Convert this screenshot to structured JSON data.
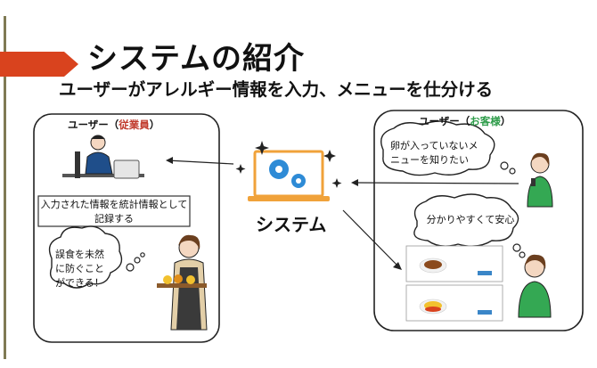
{
  "slide": {
    "title": "システムの紹介",
    "subtitle": "ユーザーがアレルギー情報を入力、メニューを仕分ける"
  },
  "employee_panel": {
    "label_prefix": "ユーザー（",
    "label_highlight": "従業員",
    "label_suffix": "）",
    "stat_text": "入力された情報を統計情報として記録する",
    "cloud_text": "誤食を未然に防ぐことができる！"
  },
  "system": {
    "label": "システム"
  },
  "customer_panel": {
    "label_prefix": "ユーザー（",
    "label_highlight": "お客様",
    "label_suffix": "）",
    "cloud1_text": "卵が入っていないメニューを知りたい",
    "cloud2_text": "分かりやすくて安心"
  },
  "colors": {
    "accent_red": "#c0392b",
    "accent_green": "#2e9c4a",
    "arrow_orange": "#d9431e",
    "gear_blue": "#2e8bd6",
    "laptop_orange": "#f0a23a"
  }
}
